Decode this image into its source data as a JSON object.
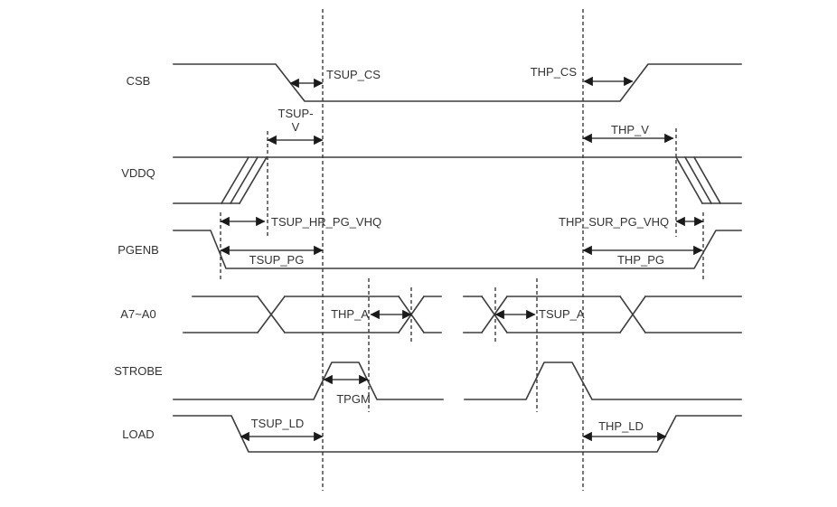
{
  "diagram_type": "timing-diagram",
  "signals": {
    "csb": "CSB",
    "vddq": "VDDQ",
    "pgenb": "PGENB",
    "bus": "A7~A0",
    "strobe": "STROBE",
    "load": "LOAD"
  },
  "timings": {
    "tsup_cs": "TSUP_CS",
    "thp_cs": "THP_CS",
    "tsup_v_line1": "TSUP-",
    "tsup_v_line2": "V",
    "thp_v": "THP_V",
    "tsup_hr_pg_vhq": "TSUP_HR_PG_VHQ",
    "thp_sur_pg_vhq": "THP_SUR_PG_VHQ",
    "tsup_pg": "TSUP_PG",
    "thp_pg": "THP_PG",
    "thp_a": "THP_A",
    "tsup_a": "TSUP_A",
    "tpgm": "TPGM",
    "tsup_ld": "TSUP_LD",
    "thp_ld": "THP_LD"
  },
  "colors": {
    "background": "#ffffff",
    "waveform_line": "#3d3d3d",
    "dashed_line": "#1a1a1a",
    "text": "#333333"
  }
}
